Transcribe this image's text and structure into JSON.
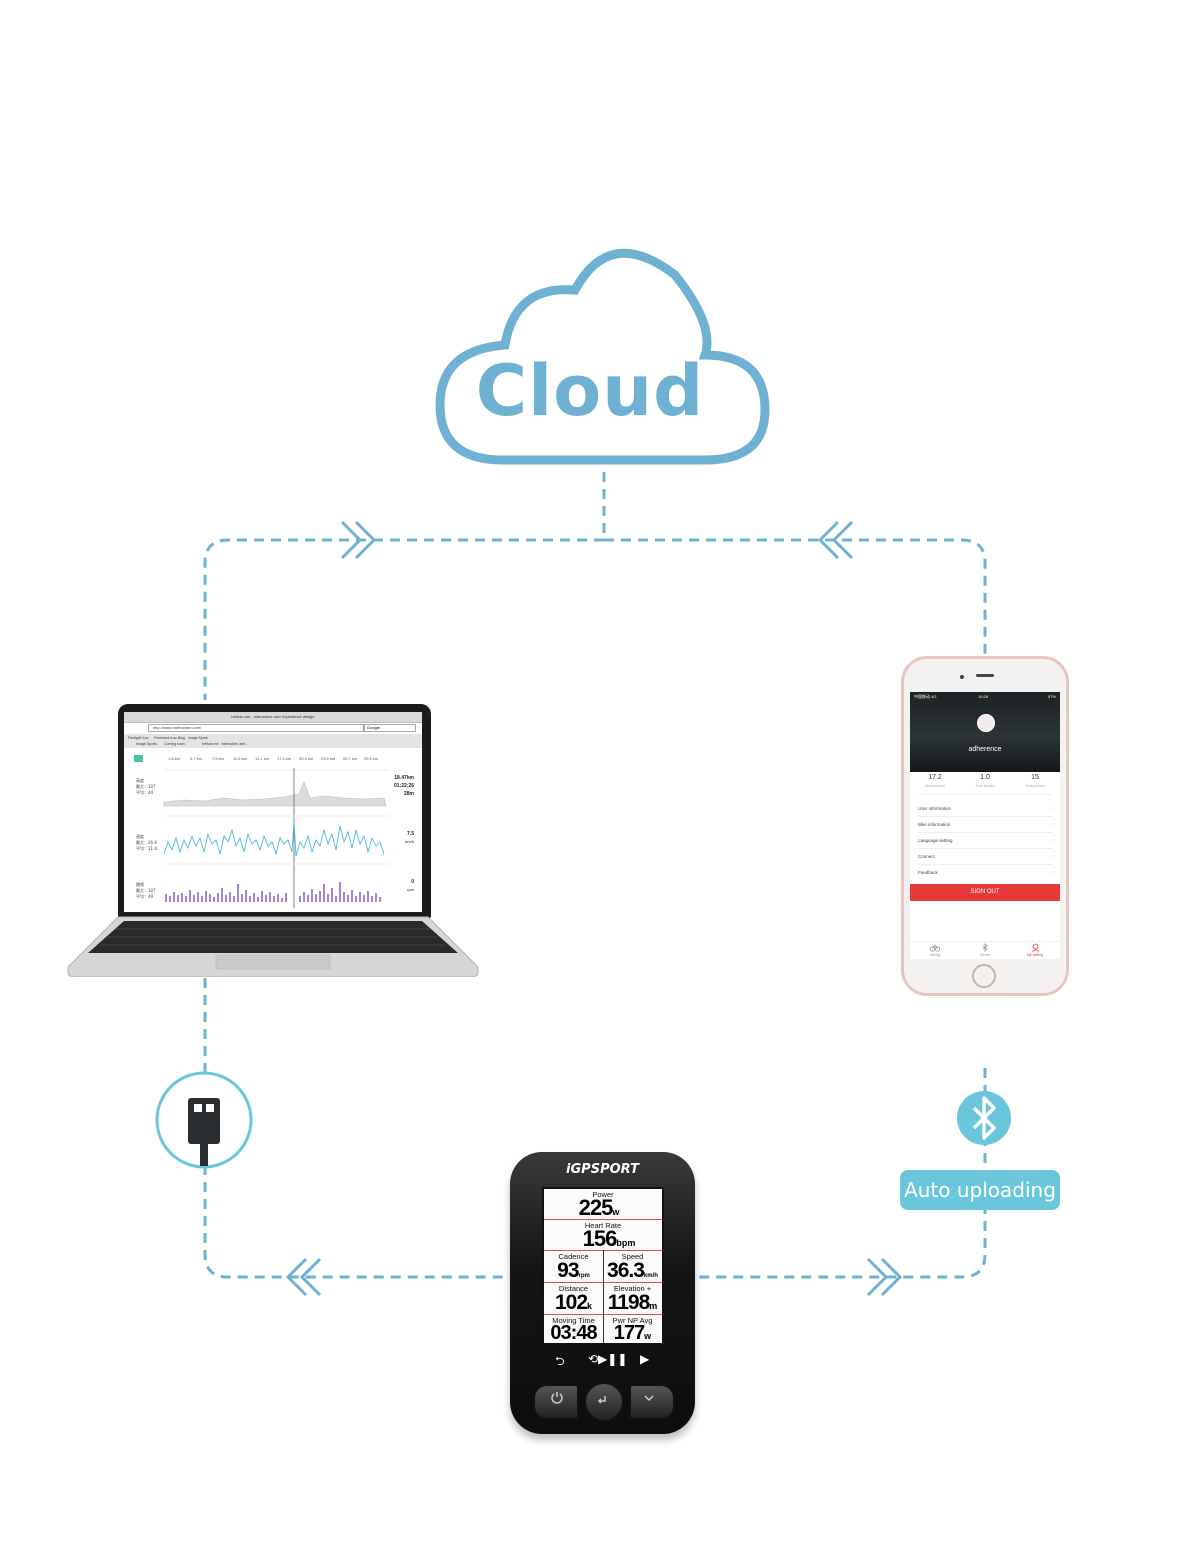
{
  "cloud": {
    "label": "Cloud"
  },
  "colors": {
    "accent": "#6fb1d2",
    "badge": "#6ac6db",
    "signout": "#e5393a",
    "device_lines": "#e14d4d"
  },
  "icons": [
    "cloud-icon",
    "usb-plug-icon",
    "bluetooth-icon",
    "chevron-arrow-icon"
  ],
  "badge": {
    "label": "Auto uploading"
  },
  "laptop": {
    "browser_title": "bethan.me - interactive user experience design",
    "url": "http://www.methanme.com/",
    "search": "Google",
    "bookmarks": [
      "Fanfight+Lao",
      "Freehand+Lao Blog",
      "image Spark"
    ],
    "tabs": [
      "Image Sports",
      "Coming soon",
      "bethan.me - interactive user..."
    ],
    "km_marks": [
      "1.6 km",
      "4.7 km",
      "7.6 km",
      "11.5 km",
      "14.1 km",
      "17.5 km",
      "20.4 km",
      "23.5 km",
      "26.7 km",
      "29.6 km"
    ],
    "rows": [
      {
        "name": "高度",
        "sub1": "最大：107",
        "sub2": "平均：44",
        "val1": "18.47km",
        "val2": "01:22:26",
        "val3": "28m"
      },
      {
        "name": "速度",
        "sub1": "最大：26.6",
        "sub2": "平均：11.4",
        "val1": "7.5",
        "val2": "km/h",
        "val3": ""
      },
      {
        "name": "踏频",
        "sub1": "最大：107",
        "sub2": "平均：49",
        "val1": "0",
        "val2": "rpm",
        "val3": ""
      }
    ]
  },
  "phone": {
    "carrier": "中国移动 4G",
    "time": "10:28",
    "battery": "57%",
    "username": "adherence",
    "stats": [
      {
        "value": "17.2",
        "label": "Distance(km)"
      },
      {
        "value": "1.0",
        "label": "Total time(h)"
      },
      {
        "value": "15",
        "label": "Riding times"
      }
    ],
    "menu": [
      "User information",
      "Bike information",
      "Language setting",
      "Connect",
      "Feedback"
    ],
    "signout": "SIGN OUT",
    "tabs": [
      "Activity",
      "Device",
      "My setting"
    ]
  },
  "device": {
    "brand": "iGPSPORT",
    "fields": [
      {
        "label": "Power",
        "value": "225",
        "unit": "w"
      },
      {
        "label": "Heart Rate",
        "value": "156",
        "unit": "bpm"
      },
      {
        "label": "Cadence",
        "value": "93",
        "unit": "rpm"
      },
      {
        "label": "Speed",
        "value": "36.3",
        "unit": "km/h"
      },
      {
        "label": "Distance",
        "value": "102",
        "unit": "k"
      },
      {
        "label": "Elevation +",
        "value": "1198",
        "unit": "m"
      },
      {
        "label": "Moving Time",
        "value": "03:48",
        "unit": ""
      },
      {
        "label": "Pwr NP Avg",
        "value": "177",
        "unit": "w"
      }
    ],
    "nav": [
      "⮌",
      "⟲▶❚❚",
      "▶"
    ]
  }
}
